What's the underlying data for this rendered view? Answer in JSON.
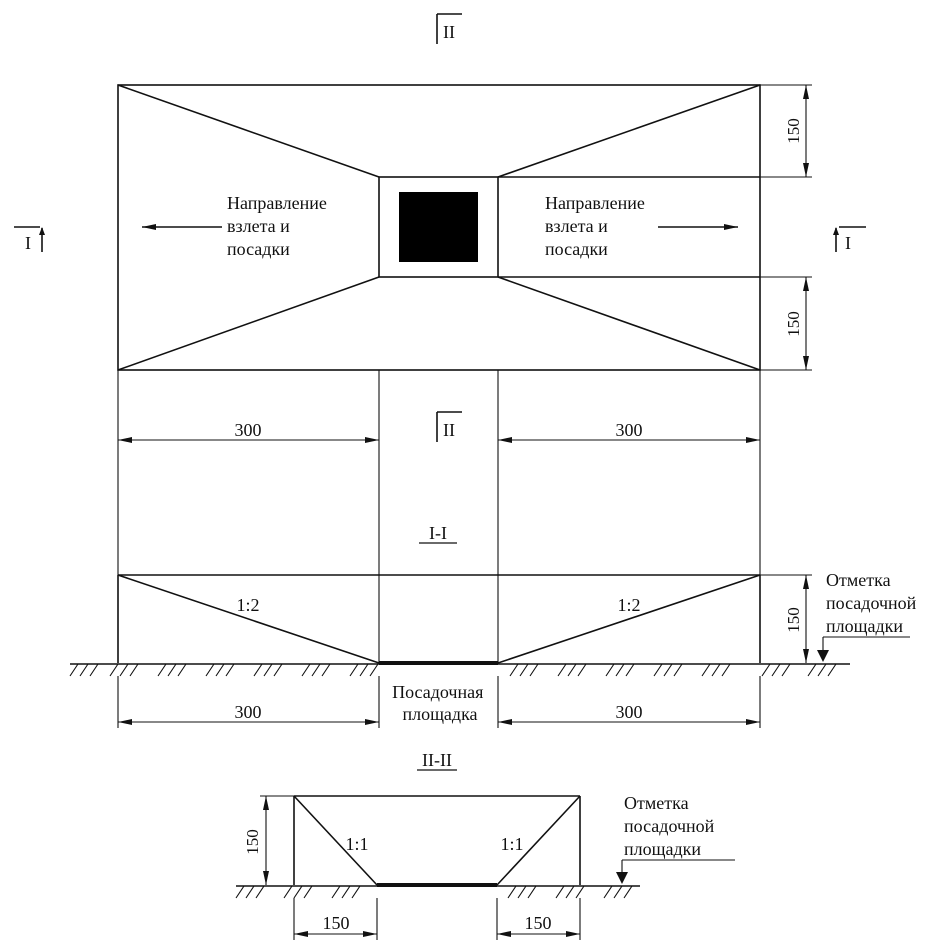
{
  "section_marks": {
    "ii_top": "II",
    "ii_center": "II",
    "i_left": "I",
    "i_right": "I"
  },
  "plan": {
    "direction_left": [
      "Направление",
      "взлета и",
      "посадки"
    ],
    "direction_right": [
      "Направление",
      "взлета и",
      "посадки"
    ],
    "dim_top_right": "150",
    "dim_bottom_right": "150",
    "dim_left": "300",
    "dim_right": "300"
  },
  "section_1": {
    "title": "I-I",
    "slope_left": "1:2",
    "slope_right": "1:2",
    "dim_height": "150",
    "elevation_label": [
      "Отметка",
      "посадочной",
      "площадки"
    ],
    "pad_label": [
      "Посадочная",
      "площадка"
    ],
    "dim_left": "300",
    "dim_right": "300"
  },
  "section_2": {
    "title": "II-II",
    "slope_left": "1:1",
    "slope_right": "1:1",
    "dim_height": "150",
    "elevation_label": [
      "Отметка",
      "посадочной",
      "площадки"
    ],
    "dim_left": "150",
    "dim_right": "150"
  },
  "colors": {
    "ink": "#111111",
    "paper": "#ffffff",
    "pad_fill": "#000000"
  }
}
